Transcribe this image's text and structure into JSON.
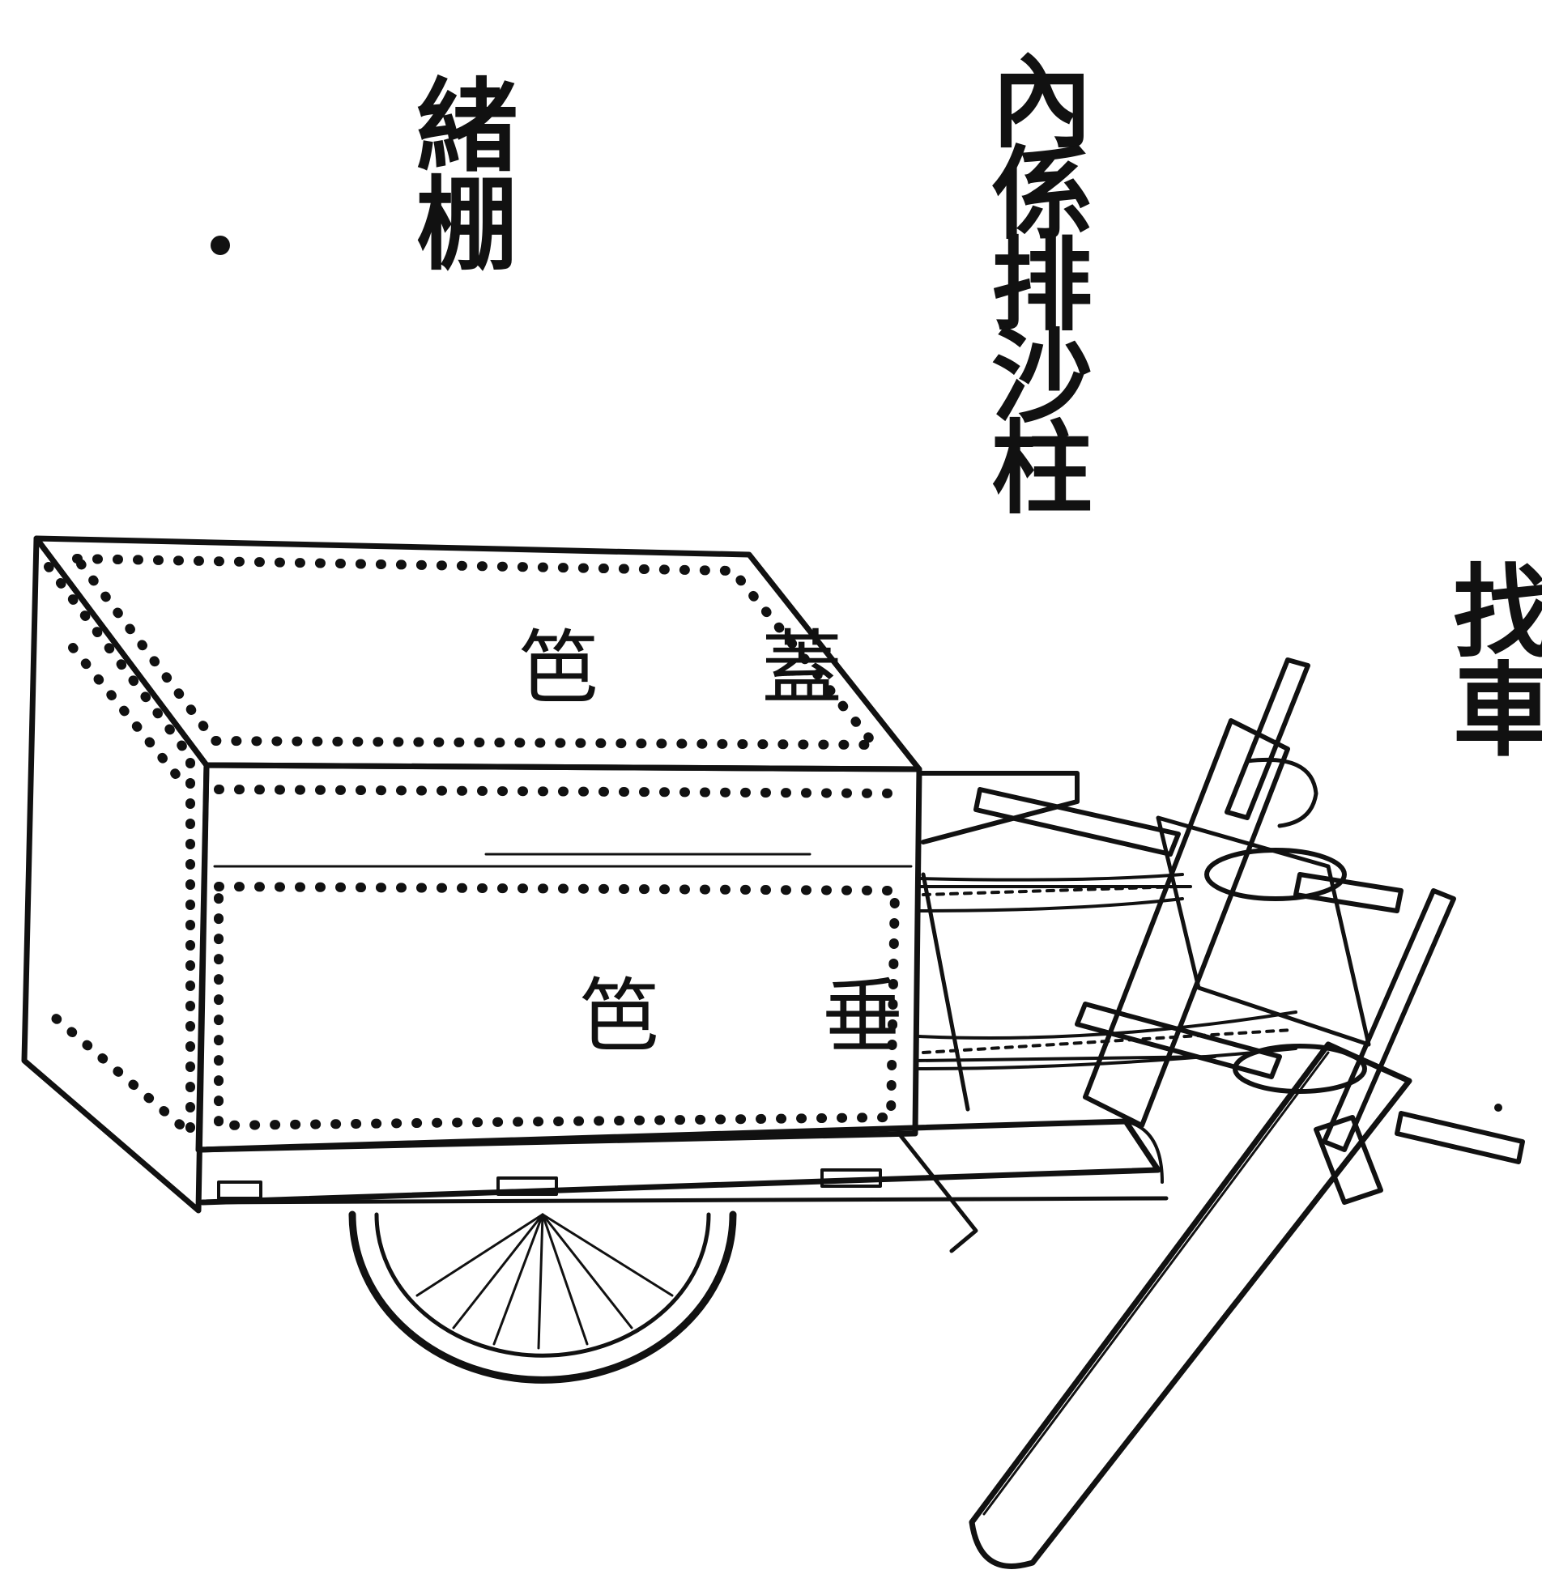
{
  "labels": {
    "flax_shed": "緒棚",
    "inner_sand_pillar": "內係排沙柱",
    "hand_cart": "找車",
    "lid_panel": "笆蓋",
    "hanging_panel": "笆垂"
  },
  "colors": {
    "ink": "#111111",
    "paper": "#ffffff"
  }
}
